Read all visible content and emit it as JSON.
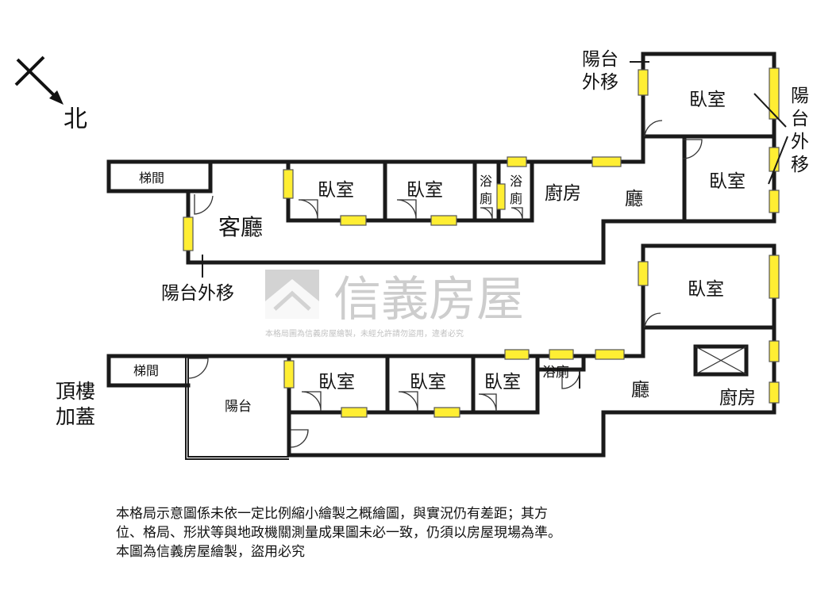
{
  "compass": {
    "label": "北"
  },
  "upper_floor": {
    "stair": "梯間",
    "living_room": "客廳",
    "bedroom_1": "臥室",
    "bedroom_2": "臥室",
    "bath_1": "浴\n廁",
    "bath_2": "浴\n廁",
    "kitchen": "廚房",
    "hall": "廳",
    "bedroom_ne": "臥室",
    "bedroom_e": "臥室",
    "balcony_note_left": "陽台外移",
    "balcony_note_top": "陽台\n外移",
    "balcony_note_right": "陽\n台\n外\n移"
  },
  "rooftop_addition": {
    "label": "頂樓\n加蓋",
    "stair": "梯間",
    "balcony": "陽台",
    "bedroom_1": "臥室",
    "bedroom_2": "臥室",
    "bedroom_3": "臥室",
    "bath": "浴廁",
    "hall": "廳",
    "bedroom_ne": "臥室",
    "kitchen": "廚房"
  },
  "watermark": {
    "brand": "信義房屋",
    "caption": "本格局圖為信義房屋繪製，未經允許請勿盜用，違者必究"
  },
  "disclaimer": [
    "本格局示意圖係未依一定比例縮小繪製之概繪圖，與實況仍有差距；其方",
    "位、格局、形狀等與地政機關測量成果圖未必一致，仍須以房屋現場為準。",
    "本圖為信義房屋繪製，盜用必究"
  ],
  "colors": {
    "window": "#ffee33",
    "wall": "#1a1a1a",
    "watermark": "#c8c8c8"
  }
}
